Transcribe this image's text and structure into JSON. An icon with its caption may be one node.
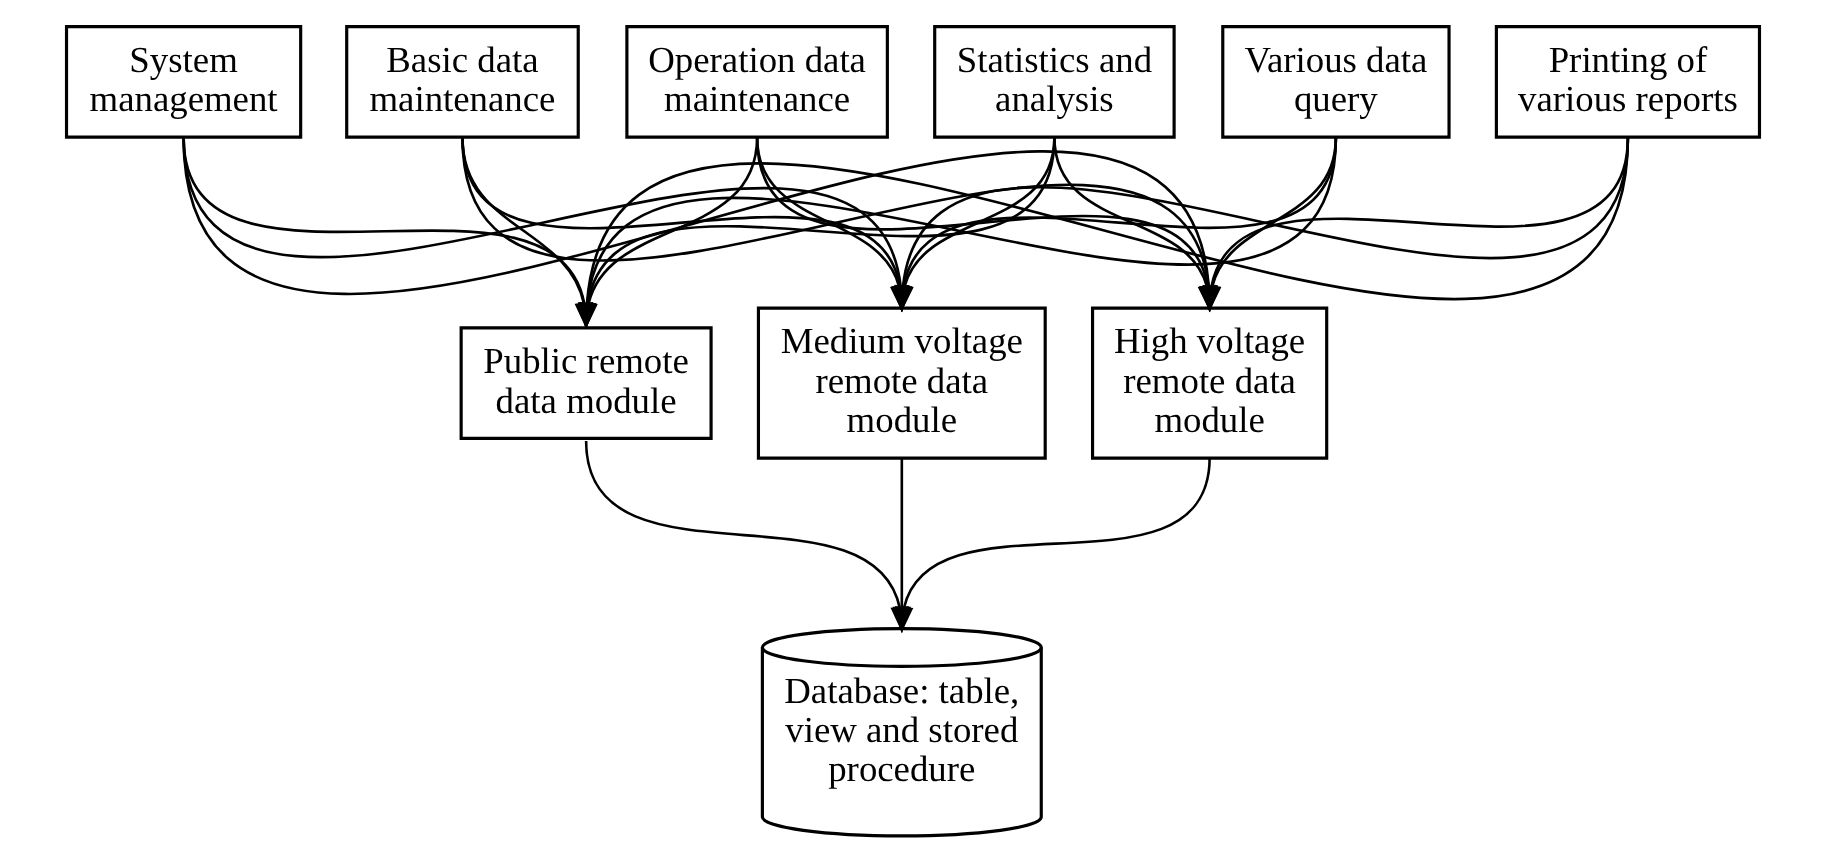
{
  "diagram": {
    "nodes": [
      {
        "text": [
          "System management"
        ]
      },
      {
        "text": [
          "Basic data maintenance"
        ]
      },
      {
        "text": [
          "Operation data maintenance"
        ]
      },
      {
        "text": [
          "Statistics and analysis"
        ]
      },
      {
        "text": [
          "Various data query"
        ]
      },
      {
        "text": [
          "Printing of various reports"
        ]
      },
      {
        "text": [
          "Public remote data module"
        ]
      },
      {
        "text": [
          "Medium voltage remote data module"
        ]
      },
      {
        "text": [
          "High voltage remote data module"
        ]
      },
      {
        "text": [
          "Database: table, view and stored procedure"
        ]
      }
    ],
    "edges": [
      {
        "from": 0,
        "to": 6,
        "arrow": "to"
      },
      {
        "from": 0,
        "to": 7,
        "arrow": "to"
      },
      {
        "from": 0,
        "to": 8,
        "arrow": "to"
      },
      {
        "from": 1,
        "to": 6,
        "arrow": "to"
      },
      {
        "from": 1,
        "to": 7,
        "arrow": "to"
      },
      {
        "from": 1,
        "to": 8,
        "arrow": "to"
      },
      {
        "from": 2,
        "to": 6,
        "arrow": "to"
      },
      {
        "from": 2,
        "to": 7,
        "arrow": "to"
      },
      {
        "from": 2,
        "to": 8,
        "arrow": "to"
      },
      {
        "from": 3,
        "to": 6,
        "arrow": "to"
      },
      {
        "from": 3,
        "to": 7,
        "arrow": "to"
      },
      {
        "from": 3,
        "to": 8,
        "arrow": "to"
      },
      {
        "from": 4,
        "to": 6,
        "arrow": "to"
      },
      {
        "from": 4,
        "to": 7,
        "arrow": "to"
      },
      {
        "from": 4,
        "to": 8,
        "arrow": "to"
      },
      {
        "from": 5,
        "to": 6,
        "arrow": "to"
      },
      {
        "from": 5,
        "to": 7,
        "arrow": "to"
      },
      {
        "from": 5,
        "to": 8,
        "arrow": "to"
      },
      {
        "from": 6,
        "to": 9,
        "arrow": "to"
      },
      {
        "from": 7,
        "to": 9,
        "arrow": "to"
      },
      {
        "from": 8,
        "to": 9,
        "arrow": "to"
      }
    ]
  }
}
